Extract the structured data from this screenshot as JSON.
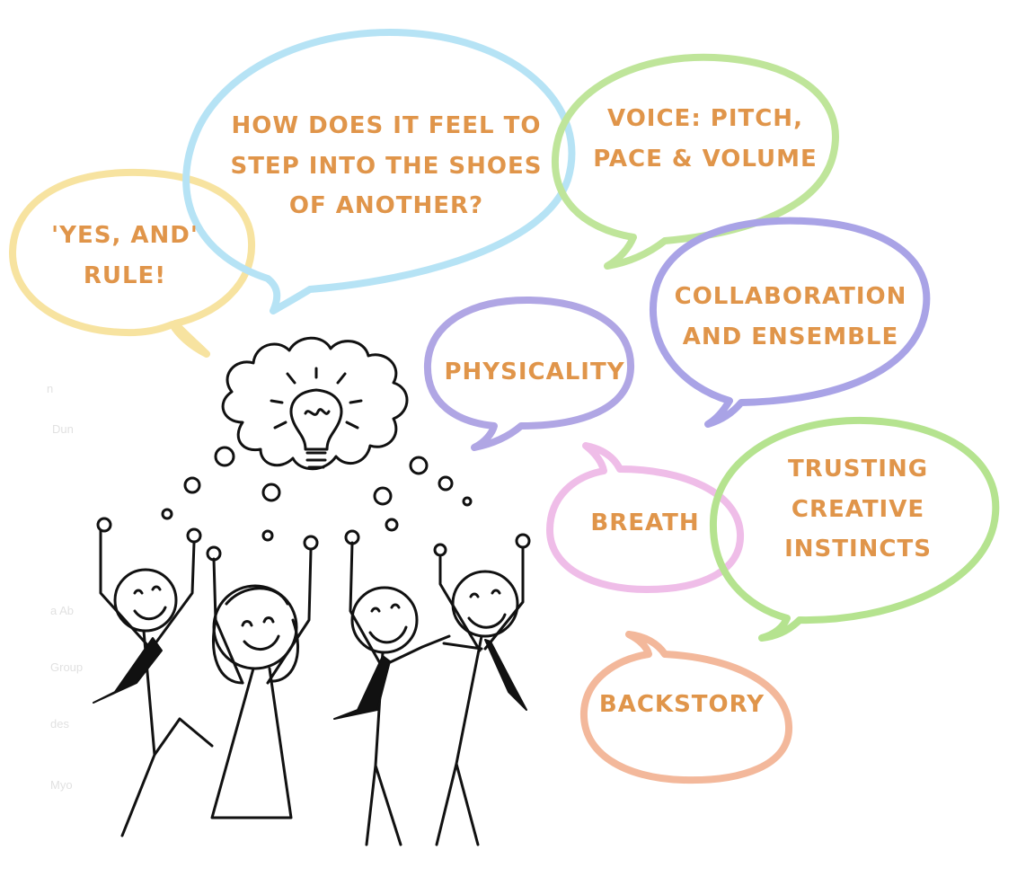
{
  "bubbles": {
    "yes_and": {
      "lines": [
        "'YES, AND'",
        "RULE!"
      ],
      "color": "#f7e3a0"
    },
    "shoes": {
      "lines": [
        "HOW DOES IT FEEL TO",
        "STEP INTO THE SHOES",
        "OF ANOTHER?"
      ],
      "color": "#b6e3f5"
    },
    "voice": {
      "lines": [
        "VOICE: PITCH,",
        "PACE & VOLUME"
      ],
      "color": "#bfe59a"
    },
    "collaboration": {
      "lines": [
        "COLLABORATION",
        "AND ENSEMBLE"
      ],
      "color": "#a9a3e6"
    },
    "physicality": {
      "lines": [
        "PHYSICALITY"
      ],
      "color": "#b0a6e4"
    },
    "breath": {
      "lines": [
        "BREATH"
      ],
      "color": "#efbde8"
    },
    "trusting": {
      "lines": [
        "TRUSTING",
        "CREATIVE",
        "INSTINCTS"
      ],
      "color": "#b5e38f"
    },
    "backstory": {
      "lines": [
        "BACKSTORY"
      ],
      "color": "#f3b89b"
    }
  },
  "text_color": "#e0954a",
  "illustration": {
    "subject": "cheering stick figures with lightbulb thought cloud",
    "icon": "lightbulb-icon"
  },
  "background_fragments": [
    "n",
    "n",
    "Dun",
    "",
    "a Ab",
    "Group",
    "des",
    "Myo"
  ]
}
